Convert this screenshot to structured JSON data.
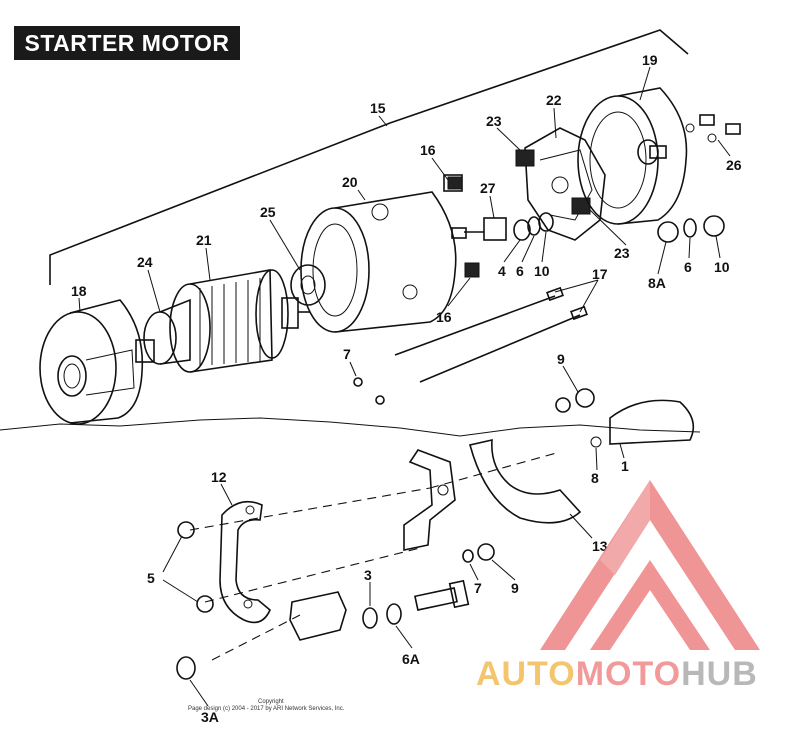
{
  "title": "STARTER MOTOR",
  "callouts": [
    {
      "id": "c19",
      "text": "19"
    },
    {
      "id": "c22",
      "text": "22"
    },
    {
      "id": "c15",
      "text": "15"
    },
    {
      "id": "c23a",
      "text": "23"
    },
    {
      "id": "c16a",
      "text": "16"
    },
    {
      "id": "c26",
      "text": "26"
    },
    {
      "id": "c20",
      "text": "20"
    },
    {
      "id": "c27",
      "text": "27"
    },
    {
      "id": "c25",
      "text": "25"
    },
    {
      "id": "c21",
      "text": "21"
    },
    {
      "id": "c24",
      "text": "24"
    },
    {
      "id": "c4",
      "text": "4"
    },
    {
      "id": "c6a",
      "text": "6"
    },
    {
      "id": "c10a",
      "text": "10"
    },
    {
      "id": "c23b",
      "text": "23"
    },
    {
      "id": "c6b",
      "text": "6"
    },
    {
      "id": "c10b",
      "text": "10"
    },
    {
      "id": "c8A",
      "text": "8A"
    },
    {
      "id": "c18",
      "text": "18"
    },
    {
      "id": "c17",
      "text": "17"
    },
    {
      "id": "c16b",
      "text": "16"
    },
    {
      "id": "c7a",
      "text": "7"
    },
    {
      "id": "c9a",
      "text": "9"
    },
    {
      "id": "c1",
      "text": "1"
    },
    {
      "id": "c8",
      "text": "8"
    },
    {
      "id": "c12",
      "text": "12"
    },
    {
      "id": "c13",
      "text": "13"
    },
    {
      "id": "c5",
      "text": "5"
    },
    {
      "id": "c3",
      "text": "3"
    },
    {
      "id": "c7b",
      "text": "7"
    },
    {
      "id": "c9b",
      "text": "9"
    },
    {
      "id": "c6A",
      "text": "6A"
    },
    {
      "id": "c3A",
      "text": "3A"
    }
  ],
  "copyright": {
    "line1": "Copyright",
    "line2": "Page design (c) 2004 - 2017 by ARI Network Services, Inc."
  },
  "watermark": {
    "part1": "AUTO",
    "part2": "MOTO",
    "part3": "HUB",
    "colors": {
      "auto": "#f4c56d",
      "moto": "#f29a9a",
      "hub": "#b8b8b8",
      "logo": "#ee8a8a"
    }
  }
}
